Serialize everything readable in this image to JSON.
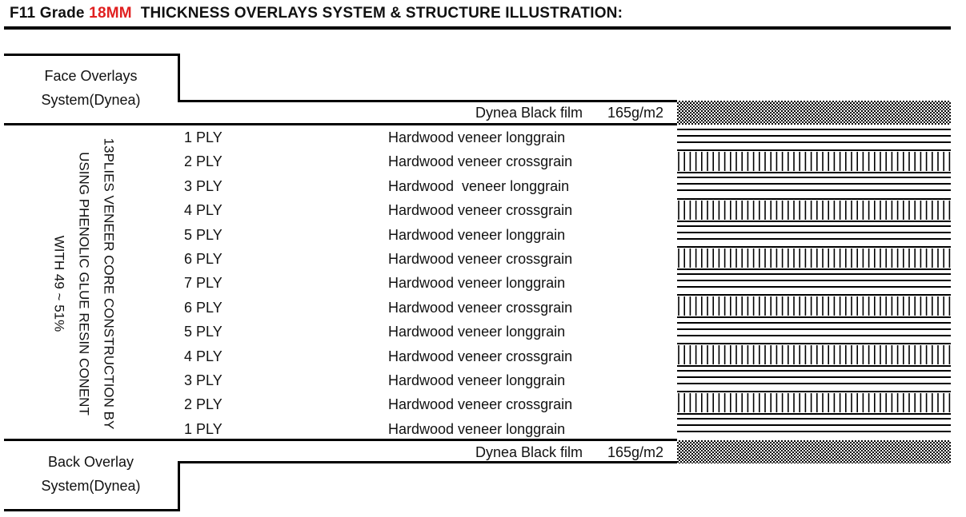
{
  "header": {
    "title_prefix": "F11 Grade",
    "title_highlight": "18MM",
    "title_suffix": "THICKNESS OVERLAYS SYSTEM & STRUCTURE ILLUSTRATION:",
    "highlight_color": "#e02020"
  },
  "face_overlay": {
    "label_line1": "Face Overlays",
    "label_line2": "System(Dynea)",
    "film_name": "Dynea Black film",
    "film_weight": "165g/m2"
  },
  "core": {
    "description_line1": "13PLIES VENEER CORE CONSTRUCTION BY",
    "description_line2": "USING PHENOLIC GLUE RESIN CONENT",
    "description_line3": "WITH  49 ~ 51%",
    "plies": [
      {
        "ply": "1 PLY",
        "desc": "Hardwood veneer longgrain",
        "grain": "long"
      },
      {
        "ply": "2 PLY",
        "desc": "Hardwood veneer crossgrain",
        "grain": "cross"
      },
      {
        "ply": "3 PLY",
        "desc": "Hardwood  veneer longgrain",
        "grain": "long"
      },
      {
        "ply": "4 PLY",
        "desc": "Hardwood veneer crossgrain",
        "grain": "cross"
      },
      {
        "ply": "5 PLY",
        "desc": "Hardwood veneer longgrain",
        "grain": "long"
      },
      {
        "ply": "6 PLY",
        "desc": "Hardwood veneer crossgrain",
        "grain": "cross"
      },
      {
        "ply": "7 PLY",
        "desc": "Hardwood veneer longgrain",
        "grain": "long"
      },
      {
        "ply": "6 PLY",
        "desc": "Hardwood veneer crossgrain",
        "grain": "cross"
      },
      {
        "ply": "5 PLY",
        "desc": "Hardwood veneer longgrain",
        "grain": "long"
      },
      {
        "ply": "4 PLY",
        "desc": "Hardwood veneer crossgrain",
        "grain": "cross"
      },
      {
        "ply": "3 PLY",
        "desc": "Hardwood veneer longgrain",
        "grain": "long"
      },
      {
        "ply": "2 PLY",
        "desc": "Hardwood veneer crossgrain",
        "grain": "cross"
      },
      {
        "ply": "1 PLY",
        "desc": "Hardwood veneer longgrain",
        "grain": "long"
      }
    ]
  },
  "back_overlay": {
    "label_line1": "Back Overlay",
    "label_line2": "System(Dynea)",
    "film_name": "Dynea Black film",
    "film_weight": "165g/m2"
  }
}
